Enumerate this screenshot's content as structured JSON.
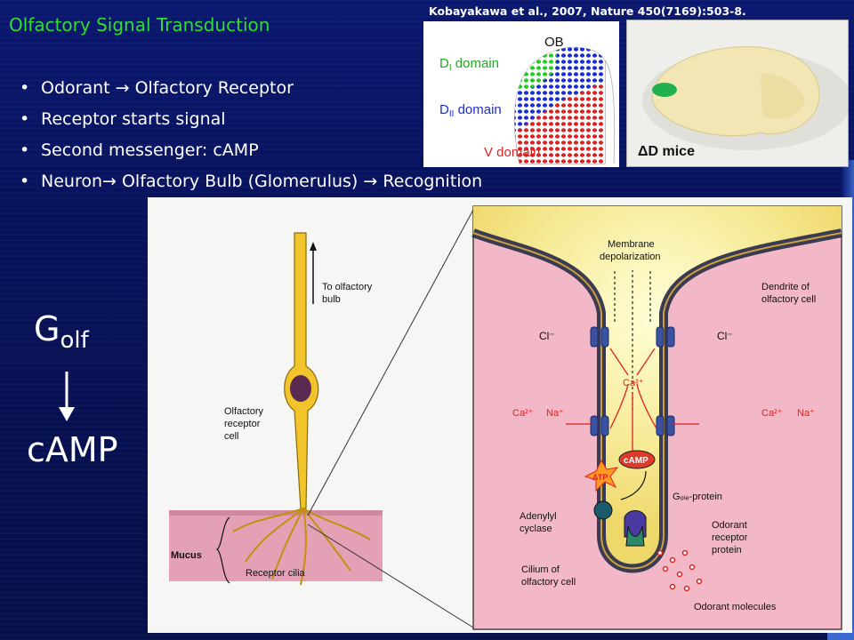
{
  "slide": {
    "title": "Olfactory Signal Transduction",
    "bullets": [
      "Odorant  →  Olfactory Receptor",
      "Receptor starts signal",
      "Second messenger: cAMP",
      "Neuron→ Olfactory Bulb (Glomerulus) → Recognition"
    ],
    "citation": "Kobayakawa et al., 2007, Nature 450(7169):503-8."
  },
  "ob_diagram": {
    "ob_label": "OB",
    "d1_label": "D",
    "d1_sub": "I",
    "d1_suffix": " domain",
    "d2_label": "D",
    "d2_sub": "II",
    "d2_suffix": " domain",
    "v_label": "V domain"
  },
  "photo": {
    "caption": "ΔD mice"
  },
  "pathway": {
    "golf_main": "G",
    "golf_sub": "olf",
    "camp": "cAMP"
  },
  "figure": {
    "to_bulb": [
      "To olfactory",
      "bulb"
    ],
    "receptor_cell": [
      "Olfactory",
      "receptor",
      "cell"
    ],
    "mucus": "Mucus",
    "receptor_cilia": "Receptor cilia",
    "membrane": [
      "Membrane",
      "depolarization"
    ],
    "dendrite": [
      "Dendrite of",
      "olfactory cell"
    ],
    "cl": "Cl⁻",
    "ca2": "Ca²⁺",
    "na": "Na⁺",
    "camp": "cAMP",
    "atp": "ATP",
    "golf_protein": "Gₒₗₑ-protein",
    "adenylyl": [
      "Adenylyl",
      "cyclase"
    ],
    "odorant_receptor": [
      "Odorant",
      "receptor",
      "protein"
    ],
    "cilium": [
      "Cilium of",
      "olfactory cell"
    ],
    "odorant_molecules": "Odorant molecules"
  },
  "colors": {
    "background": "#0a1870",
    "title": "#33dd33",
    "text": "#ffffff",
    "domain_green": "#22cc22",
    "domain_blue": "#1a2ed8",
    "domain_red": "#dd2222",
    "cell_yellow": "#f2c42c",
    "inset_pink": "#f2b8c8"
  }
}
